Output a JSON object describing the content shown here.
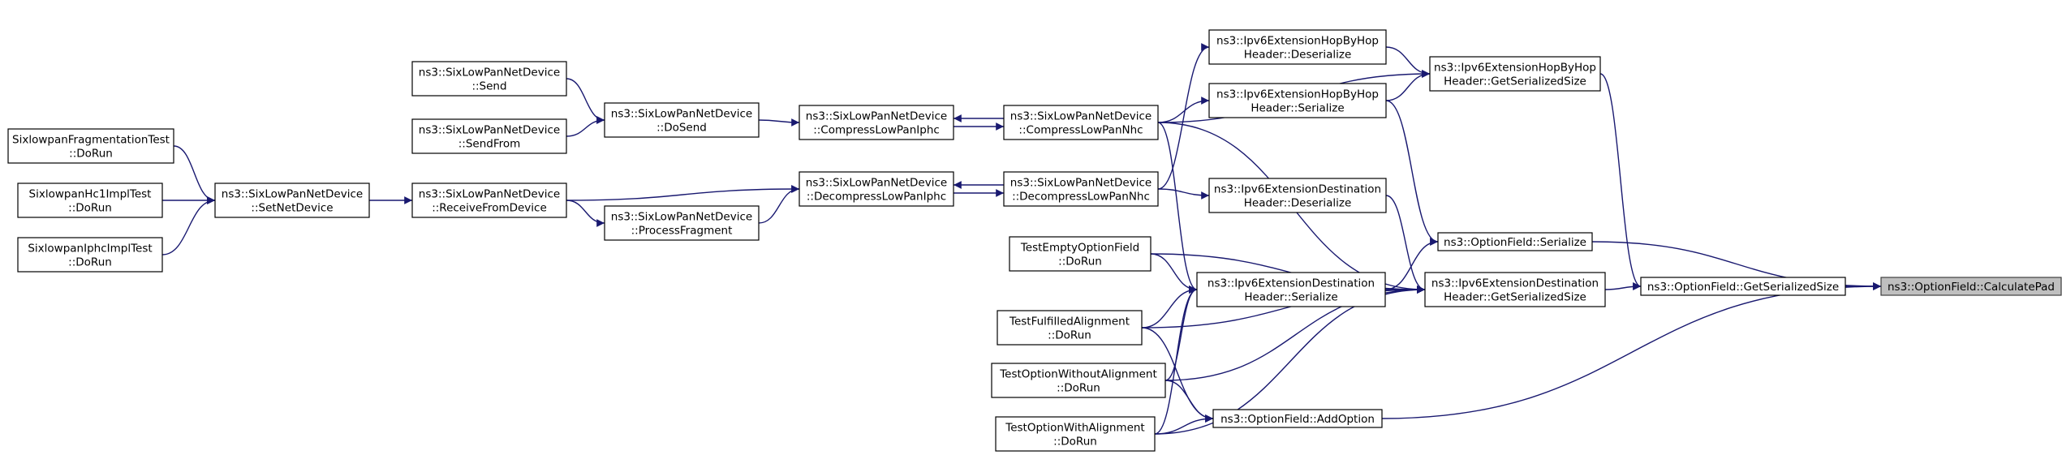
{
  "colors": {
    "edge": "#191970",
    "node_border": "#000000",
    "node_fill": "#ffffff",
    "highlight_fill": "#bfbfbf"
  },
  "nodes": [
    {
      "id": "calculatepad",
      "lines": [
        "ns3::OptionField::CalculatePad"
      ],
      "highlight": true
    },
    {
      "id": "getserializedsize",
      "lines": [
        "ns3::OptionField::GetSerializedSize"
      ]
    },
    {
      "id": "hopbyhop-getserializedsize",
      "lines": [
        "ns3::Ipv6ExtensionHopByHop",
        "Header::GetSerializedSize"
      ]
    },
    {
      "id": "optionfield-serialize",
      "lines": [
        "ns3::OptionField::Serialize"
      ]
    },
    {
      "id": "dest-getserializedsize",
      "lines": [
        "ns3::Ipv6ExtensionDestination",
        "Header::GetSerializedSize"
      ]
    },
    {
      "id": "hopbyhop-deserialize",
      "lines": [
        "ns3::Ipv6ExtensionHopByHop",
        "Header::Deserialize"
      ]
    },
    {
      "id": "hopbyhop-serialize",
      "lines": [
        "ns3::Ipv6ExtensionHopByHop",
        "Header::Serialize"
      ]
    },
    {
      "id": "dest-deserialize",
      "lines": [
        "ns3::Ipv6ExtensionDestination",
        "Header::Deserialize"
      ]
    },
    {
      "id": "dest-serialize",
      "lines": [
        "ns3::Ipv6ExtensionDestination",
        "Header::Serialize"
      ]
    },
    {
      "id": "addoption",
      "lines": [
        "ns3::OptionField::AddOption"
      ]
    },
    {
      "id": "compresslowpannhc",
      "lines": [
        "ns3::SixLowPanNetDevice",
        "::CompressLowPanNhc"
      ]
    },
    {
      "id": "decompresslowpannhc",
      "lines": [
        "ns3::SixLowPanNetDevice",
        "::DecompressLowPanNhc"
      ]
    },
    {
      "id": "testemptyoptionfield",
      "lines": [
        "TestEmptyOptionField",
        "::DoRun"
      ]
    },
    {
      "id": "testfulfilledalignment",
      "lines": [
        "TestFulfilledAlignment",
        "::DoRun"
      ]
    },
    {
      "id": "testoptionwithoutalignment",
      "lines": [
        "TestOptionWithoutAlignment",
        "::DoRun"
      ]
    },
    {
      "id": "testoptionwithalignment",
      "lines": [
        "TestOptionWithAlignment",
        "::DoRun"
      ]
    },
    {
      "id": "compresslowpaniphc",
      "lines": [
        "ns3::SixLowPanNetDevice",
        "::CompressLowPanIphc"
      ]
    },
    {
      "id": "decompresslowpaniphc",
      "lines": [
        "ns3::SixLowPanNetDevice",
        "::DecompressLowPanIphc"
      ]
    },
    {
      "id": "dosend",
      "lines": [
        "ns3::SixLowPanNetDevice",
        "::DoSend"
      ]
    },
    {
      "id": "processfragment",
      "lines": [
        "ns3::SixLowPanNetDevice",
        "::ProcessFragment"
      ]
    },
    {
      "id": "send",
      "lines": [
        "ns3::SixLowPanNetDevice",
        "::Send"
      ]
    },
    {
      "id": "sendfrom",
      "lines": [
        "ns3::SixLowPanNetDevice",
        "::SendFrom"
      ]
    },
    {
      "id": "receivefromdevice",
      "lines": [
        "ns3::SixLowPanNetDevice",
        "::ReceiveFromDevice"
      ]
    },
    {
      "id": "setnetdevice",
      "lines": [
        "ns3::SixLowPanNetDevice",
        "::SetNetDevice"
      ]
    },
    {
      "id": "fragmentationtest",
      "lines": [
        "SixlowpanFragmentationTest",
        "::DoRun"
      ]
    },
    {
      "id": "hc1impltest",
      "lines": [
        "SixlowpanHc1ImplTest",
        "::DoRun"
      ]
    },
    {
      "id": "iphcimpltest",
      "lines": [
        "SixlowpanIphcImplTest",
        "::DoRun"
      ]
    }
  ],
  "edges": [
    {
      "from": "calculatepad",
      "to": "getserializedsize"
    },
    {
      "from": "calculatepad",
      "to": "optionfield-serialize"
    },
    {
      "from": "calculatepad",
      "to": "addoption"
    },
    {
      "from": "getserializedsize",
      "to": "hopbyhop-getserializedsize"
    },
    {
      "from": "getserializedsize",
      "to": "dest-getserializedsize"
    },
    {
      "from": "optionfield-serialize",
      "to": "hopbyhop-serialize"
    },
    {
      "from": "optionfield-serialize",
      "to": "dest-serialize"
    },
    {
      "from": "hopbyhop-getserializedsize",
      "to": "compresslowpannhc"
    },
    {
      "from": "hopbyhop-getserializedsize",
      "to": "hopbyhop-deserialize"
    },
    {
      "from": "hopbyhop-getserializedsize",
      "to": "hopbyhop-serialize"
    },
    {
      "from": "dest-getserializedsize",
      "to": "compresslowpannhc"
    },
    {
      "from": "dest-getserializedsize",
      "to": "dest-deserialize"
    },
    {
      "from": "dest-getserializedsize",
      "to": "dest-serialize"
    },
    {
      "from": "dest-getserializedsize",
      "to": "testfulfilledalignment"
    },
    {
      "from": "dest-getserializedsize",
      "to": "testoptionwithoutalignment"
    },
    {
      "from": "dest-getserializedsize",
      "to": "testoptionwithalignment"
    },
    {
      "from": "dest-getserializedsize",
      "to": "testemptyoptionfield"
    },
    {
      "from": "hopbyhop-deserialize",
      "to": "decompresslowpannhc"
    },
    {
      "from": "hopbyhop-serialize",
      "to": "compresslowpannhc"
    },
    {
      "from": "dest-deserialize",
      "to": "decompresslowpannhc"
    },
    {
      "from": "dest-serialize",
      "to": "compresslowpannhc"
    },
    {
      "from": "dest-serialize",
      "to": "testemptyoptionfield"
    },
    {
      "from": "dest-serialize",
      "to": "testfulfilledalignment"
    },
    {
      "from": "dest-serialize",
      "to": "testoptionwithoutalignment"
    },
    {
      "from": "dest-serialize",
      "to": "testoptionwithalignment"
    },
    {
      "from": "addoption",
      "to": "testfulfilledalignment"
    },
    {
      "from": "addoption",
      "to": "testoptionwithoutalignment"
    },
    {
      "from": "addoption",
      "to": "testoptionwithalignment"
    },
    {
      "from": "compresslowpannhc",
      "to": "compresslowpaniphc"
    },
    {
      "from": "compresslowpaniphc",
      "to": "compresslowpannhc"
    },
    {
      "from": "decompresslowpannhc",
      "to": "decompresslowpaniphc"
    },
    {
      "from": "decompresslowpaniphc",
      "to": "decompresslowpannhc"
    },
    {
      "from": "compresslowpaniphc",
      "to": "dosend"
    },
    {
      "from": "decompresslowpaniphc",
      "to": "receivefromdevice"
    },
    {
      "from": "decompresslowpaniphc",
      "to": "processfragment"
    },
    {
      "from": "processfragment",
      "to": "receivefromdevice"
    },
    {
      "from": "dosend",
      "to": "send"
    },
    {
      "from": "dosend",
      "to": "sendfrom"
    },
    {
      "from": "receivefromdevice",
      "to": "setnetdevice"
    },
    {
      "from": "setnetdevice",
      "to": "fragmentationtest"
    },
    {
      "from": "setnetdevice",
      "to": "hc1impltest"
    },
    {
      "from": "setnetdevice",
      "to": "iphcimpltest"
    }
  ]
}
